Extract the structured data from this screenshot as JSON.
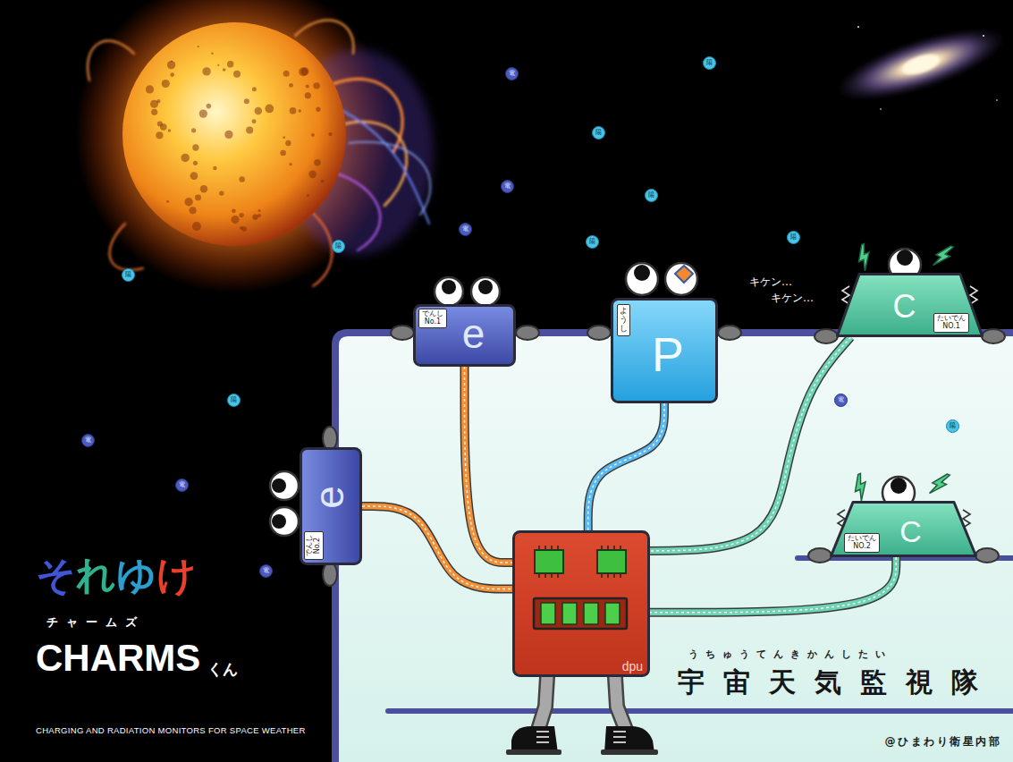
{
  "diagram": {
    "title": "CHARMS",
    "caption": "CHARGING AND RADIATION MONITORS FOR SPACE WEATHER",
    "nodes": [
      {
        "text": [
          "でんし No.1",
          "e"
        ]
      },
      {
        "text": [
          "ようし",
          "P"
        ]
      },
      {
        "text": [
          "たいでん NO.1",
          "C"
        ]
      },
      {
        "text": [
          "でんし No.2",
          "e"
        ]
      },
      {
        "text": [
          "たいでん NO.2",
          "C"
        ]
      },
      {
        "text": [
          "dpu"
        ]
      }
    ],
    "edges": [
      {
        "from": 0,
        "to": 5,
        "arrow": "none"
      },
      {
        "from": 1,
        "to": 5,
        "arrow": "none"
      },
      {
        "from": 2,
        "to": 5,
        "arrow": "none"
      },
      {
        "from": 3,
        "to": 5,
        "arrow": "none"
      },
      {
        "from": 4,
        "to": 5,
        "arrow": "none"
      }
    ],
    "labels": [
      "それゆけ",
      "チャームズ",
      "くん",
      "キケン…",
      "キケン…",
      "うちゅうてんきかんしたい",
      "宇宙天気監視隊",
      "@ひまわり衛星内部",
      "電",
      "陽",
      "陽",
      "電",
      "陽",
      "電",
      "陽",
      "陽",
      "陽",
      "陽",
      "陽",
      "電",
      "電",
      "電",
      "電",
      "陽"
    ]
  }
}
